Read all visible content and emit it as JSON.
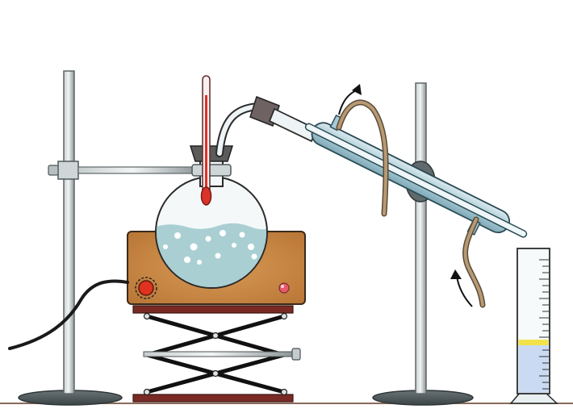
{
  "figure": {
    "subject": "",
    "components": [
      {
        "id": "left-stand",
        "kind": "ring-stand-with-clamp"
      },
      {
        "id": "hot-plate",
        "kind": "heater-with-knob-and-indicator"
      },
      {
        "id": "lab-jack",
        "kind": "scissor-lift"
      },
      {
        "id": "flask",
        "kind": "round-bottom-flask-with-boiling-liquid"
      },
      {
        "id": "thermometer",
        "kind": "thermometer-in-stopper"
      },
      {
        "id": "condenser",
        "kind": "liebig-condenser-with-water-hoses"
      },
      {
        "id": "right-stand",
        "kind": "ring-stand"
      },
      {
        "id": "cylinder",
        "kind": "graduated-cylinder-with-distillate"
      }
    ],
    "colors": {
      "liquid": "#a9cfd3",
      "bubbles": "#ffffff",
      "hot_plate_body": "#c98b45",
      "knob": "#e0321f",
      "indicator": "#e85a6a",
      "jack_plate": "#7a2a24",
      "hose": "#b79a72",
      "thermometer_fluid": "#d9332a",
      "distillate_yellow": "#f2e24a",
      "distillate_blue": "#c9daf2",
      "stand_metal": "#9aa3a5",
      "stand_base": "#4b5659"
    },
    "arrows": [
      "water-out-arrow",
      "water-in-arrow"
    ]
  }
}
